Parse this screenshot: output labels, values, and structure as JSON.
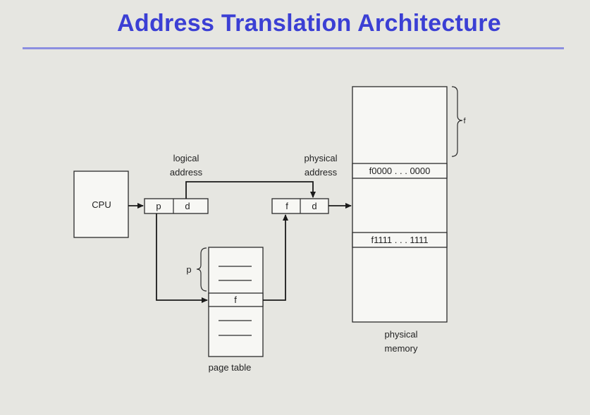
{
  "title": "Address Translation Architecture",
  "labels": {
    "cpu": "CPU",
    "logical_address_line1": "logical",
    "logical_address_line2": "address",
    "physical_address_line1": "physical",
    "physical_address_line2": "address",
    "logical_p": "p",
    "logical_d": "d",
    "physical_f": "f",
    "physical_d": "d",
    "page_table_p": "p",
    "page_table_f": "f",
    "page_table": "page table",
    "frame_f": "f",
    "frame_start": "f0000 . . . 0000",
    "frame_end": "f1111 . . . 1111",
    "physical_memory_line1": "physical",
    "physical_memory_line2": "memory"
  },
  "colors": {
    "title": "#3b3fd4",
    "rule": "#8c8fe0",
    "background": "#e6e6e1"
  }
}
